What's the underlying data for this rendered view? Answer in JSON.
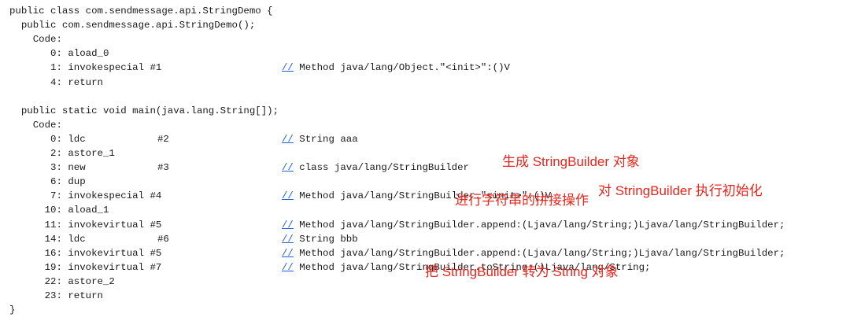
{
  "code_lines": [
    {
      "text": "public class com.sendmessage.api.StringDemo {"
    },
    {
      "text": "  public com.sendmessage.api.StringDemo();"
    },
    {
      "text": "    Code:"
    },
    {
      "text": "       0: aload_0"
    },
    {
      "text": "       1: invokespecial #1",
      "comment": "Method java/lang/Object.\"<init>\":()V"
    },
    {
      "text": "       4: return"
    },
    {
      "text": ""
    },
    {
      "text": "  public static void main(java.lang.String[]);"
    },
    {
      "text": "    Code:"
    },
    {
      "text": "       0: ldc",
      "arg": "#2",
      "comment": "String aaa"
    },
    {
      "text": "       2: astore_1"
    },
    {
      "text": "       3: new",
      "arg": "#3",
      "comment": "class java/lang/StringBuilder"
    },
    {
      "text": "       6: dup"
    },
    {
      "text": "       7: invokespecial #4",
      "comment": "Method java/lang/StringBuilder.\"<init>\":()V"
    },
    {
      "text": "      10: aload_1"
    },
    {
      "text": "      11: invokevirtual #5",
      "comment": "Method java/lang/StringBuilder.append:(Ljava/lang/String;)Ljava/lang/StringBuilder;"
    },
    {
      "text": "      14: ldc",
      "arg": "#6",
      "comment": "String bbb"
    },
    {
      "text": "      16: invokevirtual #5",
      "comment": "Method java/lang/StringBuilder.append:(Ljava/lang/String;)Ljava/lang/StringBuilder;"
    },
    {
      "text": "      19: invokevirtual #7",
      "comment": "Method java/lang/StringBuilder.toString:()Ljava/lang/String;"
    },
    {
      "text": "      22: astore_2"
    },
    {
      "text": "      23: return"
    },
    {
      "text": "}"
    }
  ],
  "comment_marker": "//",
  "annotations": {
    "create_builder": "生成 StringBuilder 对象",
    "init_builder": "对 StringBuilder 执行初始化",
    "concat": "进行字符串的拼接操作",
    "to_string": "把 StringBuilder 转为 String 对象"
  },
  "colors": {
    "annotation": "#e8261d",
    "comment_marker": "#1f5fcf",
    "code": "#1a1a1a"
  }
}
